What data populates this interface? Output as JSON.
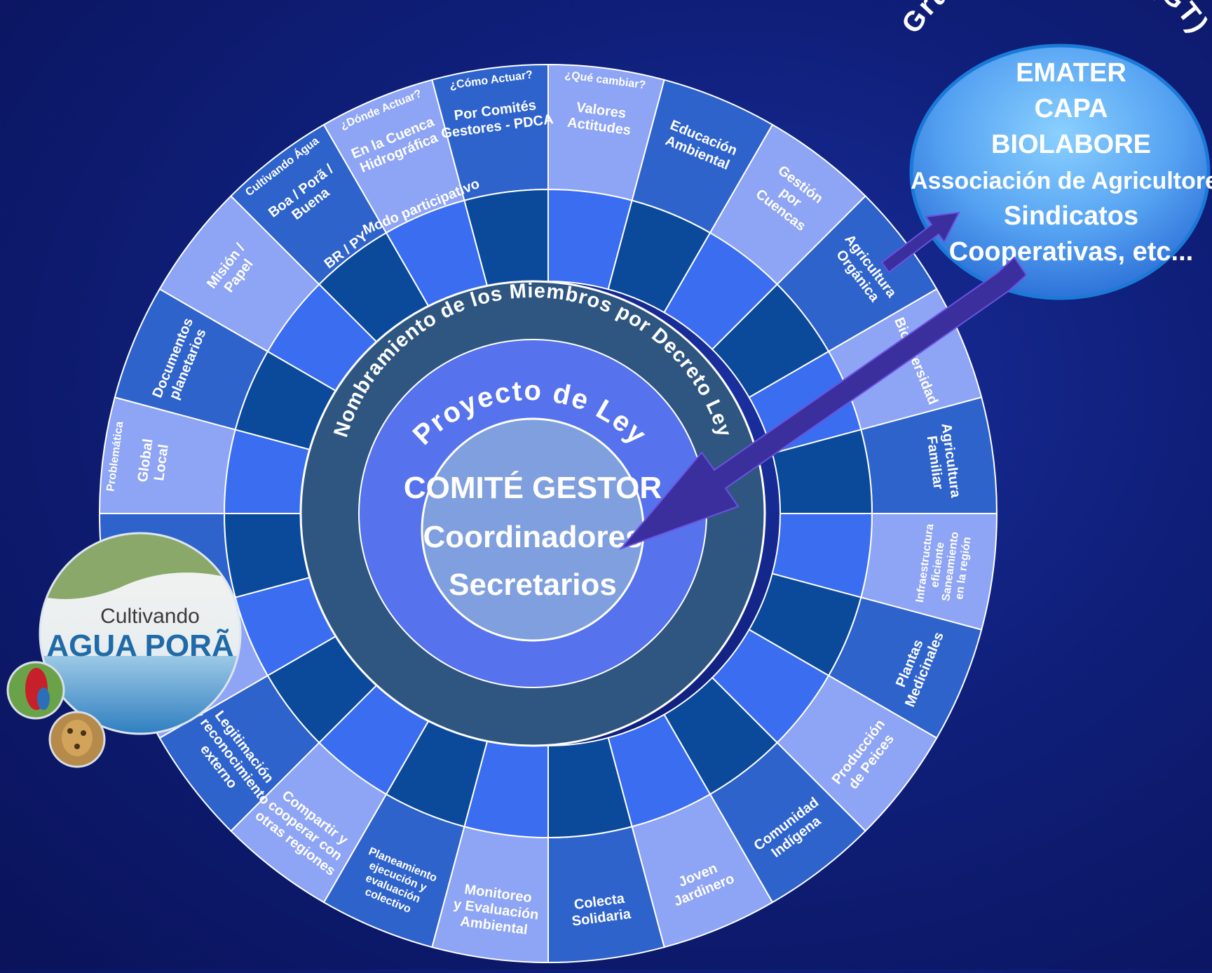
{
  "title_arc": "Grupo de Trabajo (GT)",
  "gt_members": [
    "EMATER",
    "CAPA",
    "BIOLABORE",
    "Associación de Agricultores",
    "Sindicatos",
    "Cooperativas, etc..."
  ],
  "center": {
    "lines": [
      "COMITÉ GESTOR",
      "Coordinadores",
      "Secretarios"
    ],
    "ring_label": "Proyecto de Ley",
    "outer_ring_label": "Nombramiento de los Miembros por Decreto Ley"
  },
  "segments": [
    {
      "lines": [
        "Valores",
        "Actitudes"
      ],
      "header": "¿Qué cambiar?"
    },
    {
      "lines": [
        "Educación",
        "Ambiental"
      ]
    },
    {
      "lines": [
        "Gestión",
        "por",
        "Cuencas"
      ]
    },
    {
      "lines": [
        "Agricultura",
        "Orgánica"
      ]
    },
    {
      "lines": [
        "Biodiversidad"
      ]
    },
    {
      "lines": [
        "Agricultura",
        "Familiar"
      ]
    },
    {
      "lines": [
        "Infraestructura",
        "eficiente",
        "Saneamiento",
        "en la región"
      ]
    },
    {
      "lines": [
        "Plantas",
        "Medicinales"
      ]
    },
    {
      "lines": [
        "Producción",
        "de Peices"
      ]
    },
    {
      "lines": [
        "Comunidad",
        "Indígena"
      ]
    },
    {
      "lines": [
        "Joven",
        "Jardinero"
      ]
    },
    {
      "lines": [
        "Colecta",
        "Solidaria"
      ]
    },
    {
      "lines": [
        "Monitoreo",
        "y Evaluación",
        "Ambiental"
      ]
    },
    {
      "lines": [
        "Planeamiento",
        "ejecución y",
        "evaluación",
        "colectivo"
      ]
    },
    {
      "lines": [
        "Compartir y",
        "cooperar con",
        "otras regiones"
      ]
    },
    {
      "lines": [
        "Legitimación",
        "y reconocimiento",
        "externo"
      ]
    },
    {
      "lines": []
    },
    {
      "lines": []
    },
    {
      "lines": [
        "Global",
        "Local"
      ],
      "header": "Problemática"
    },
    {
      "lines": [
        "Documentos",
        "planetarios"
      ]
    },
    {
      "lines": [
        "Misión /",
        "Papel"
      ]
    },
    {
      "lines": [
        "Boa / Porã /",
        "Buena"
      ],
      "header": "Cultivando Água"
    },
    {
      "lines": [
        "En la Cuenca",
        "Hidrográfica"
      ],
      "header": "¿Dónde Actuar?"
    },
    {
      "lines": [
        "Por Comités",
        "Gestores - PDCA"
      ],
      "header": "¿Cómo Actuar?"
    }
  ],
  "middle_labels": {
    "21": "BR / PY",
    "22": "Modo participativo"
  },
  "logo": {
    "line1": "Cultivando",
    "line2": "AGUA PORÃ"
  },
  "colors": {
    "light": "#8ea4f5",
    "medium": "#2f63cc",
    "dark": "#0b4a9a",
    "bright": "#3b6df0",
    "ring_outer": "#2f5680",
    "ring_inner": "#5672ec",
    "core": "#7f9fde",
    "arrow": "#3a2f9c"
  }
}
